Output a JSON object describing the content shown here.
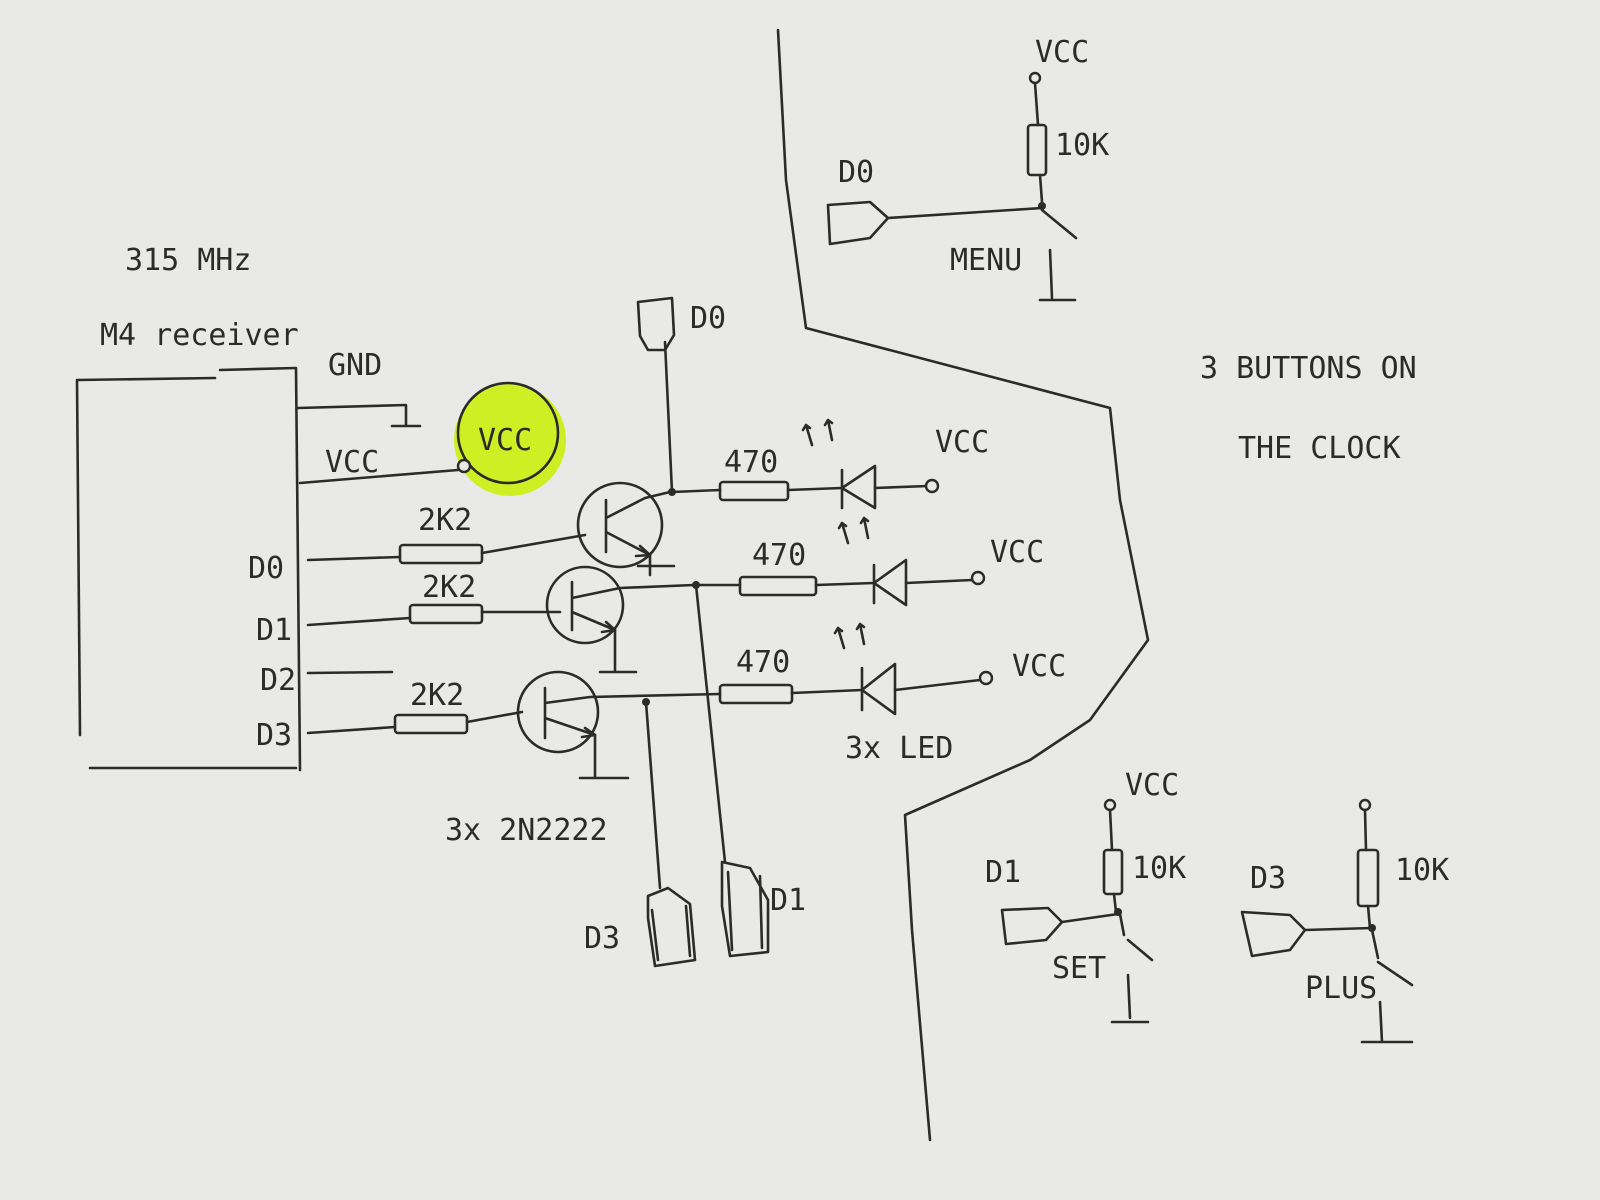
{
  "receiver": {
    "freq_label": "315 MHz",
    "name_label": "M4 receiver",
    "pins": {
      "gnd": "GND",
      "vcc": "VCC",
      "d0": "D0",
      "d1": "D1",
      "d2": "D2",
      "d3": "D3"
    }
  },
  "highlight": {
    "label": "VCC",
    "color": "#c8f000"
  },
  "base_resistors": [
    "2K2",
    "2K2",
    "2K2"
  ],
  "led_resistors": [
    "470",
    "470",
    "470"
  ],
  "led_vcc_labels": [
    "VCC",
    "VCC",
    "VCC"
  ],
  "transistor_label": "3x 2N2222",
  "led_label": "3x LED",
  "connectors": {
    "top": "D0",
    "bottom_left": "D3",
    "bottom_right": "D1"
  },
  "buttons": {
    "title_line1": "3 BUTTONS ON",
    "title_line2": "THE CLOCK",
    "menu": {
      "pin": "D0",
      "vcc": "VCC",
      "resistor": "10K",
      "label": "MENU"
    },
    "set": {
      "pin": "D1",
      "vcc": "VCC",
      "resistor": "10K",
      "label": "SET"
    },
    "plus": {
      "pin": "D3",
      "resistor": "10K",
      "label": "PLUS"
    }
  }
}
